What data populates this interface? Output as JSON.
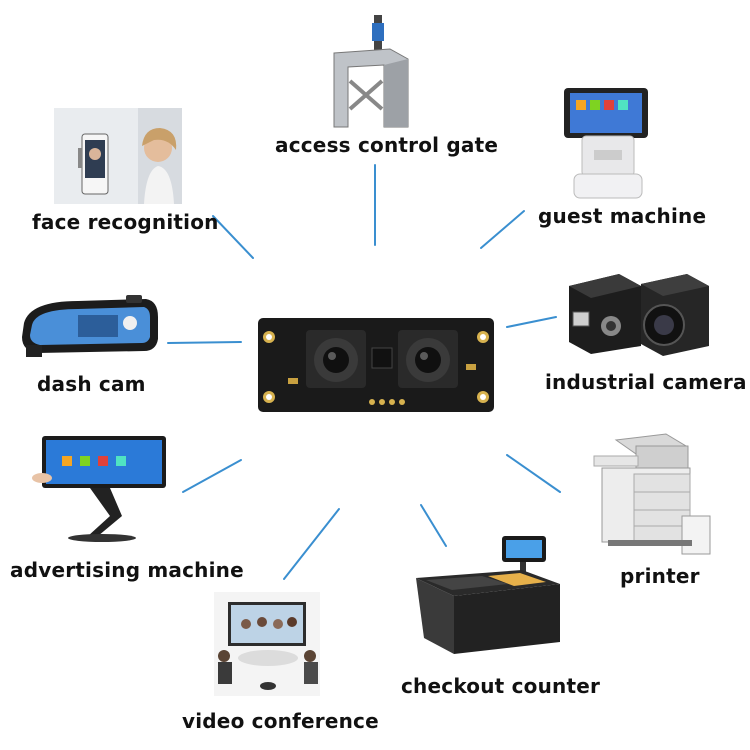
{
  "center": {
    "name": "dual-lens camera module board"
  },
  "applications": [
    {
      "id": "access-control-gate",
      "label": "access control gate",
      "icon": "turnstile-gate-icon"
    },
    {
      "id": "guest-machine",
      "label": "guest machine",
      "icon": "kiosk-terminal-icon"
    },
    {
      "id": "industrial-camera",
      "label": "industrial camera",
      "icon": "industrial-camera-icon"
    },
    {
      "id": "printer",
      "label": "printer",
      "icon": "printer-icon"
    },
    {
      "id": "checkout-counter",
      "label": "checkout counter",
      "icon": "checkout-counter-icon"
    },
    {
      "id": "video-conference",
      "label": "video conference",
      "icon": "video-conference-icon"
    },
    {
      "id": "advertising-machine",
      "label": "advertising machine",
      "icon": "advertising-kiosk-icon"
    },
    {
      "id": "dash-cam",
      "label": "dash cam",
      "icon": "dash-cam-mirror-icon"
    },
    {
      "id": "face-recognition",
      "label": "face recognition",
      "icon": "face-recognition-terminal-icon"
    }
  ],
  "colors": {
    "connector": "#3a8fd0",
    "board": "#1a1a1a",
    "text": "#111111"
  }
}
